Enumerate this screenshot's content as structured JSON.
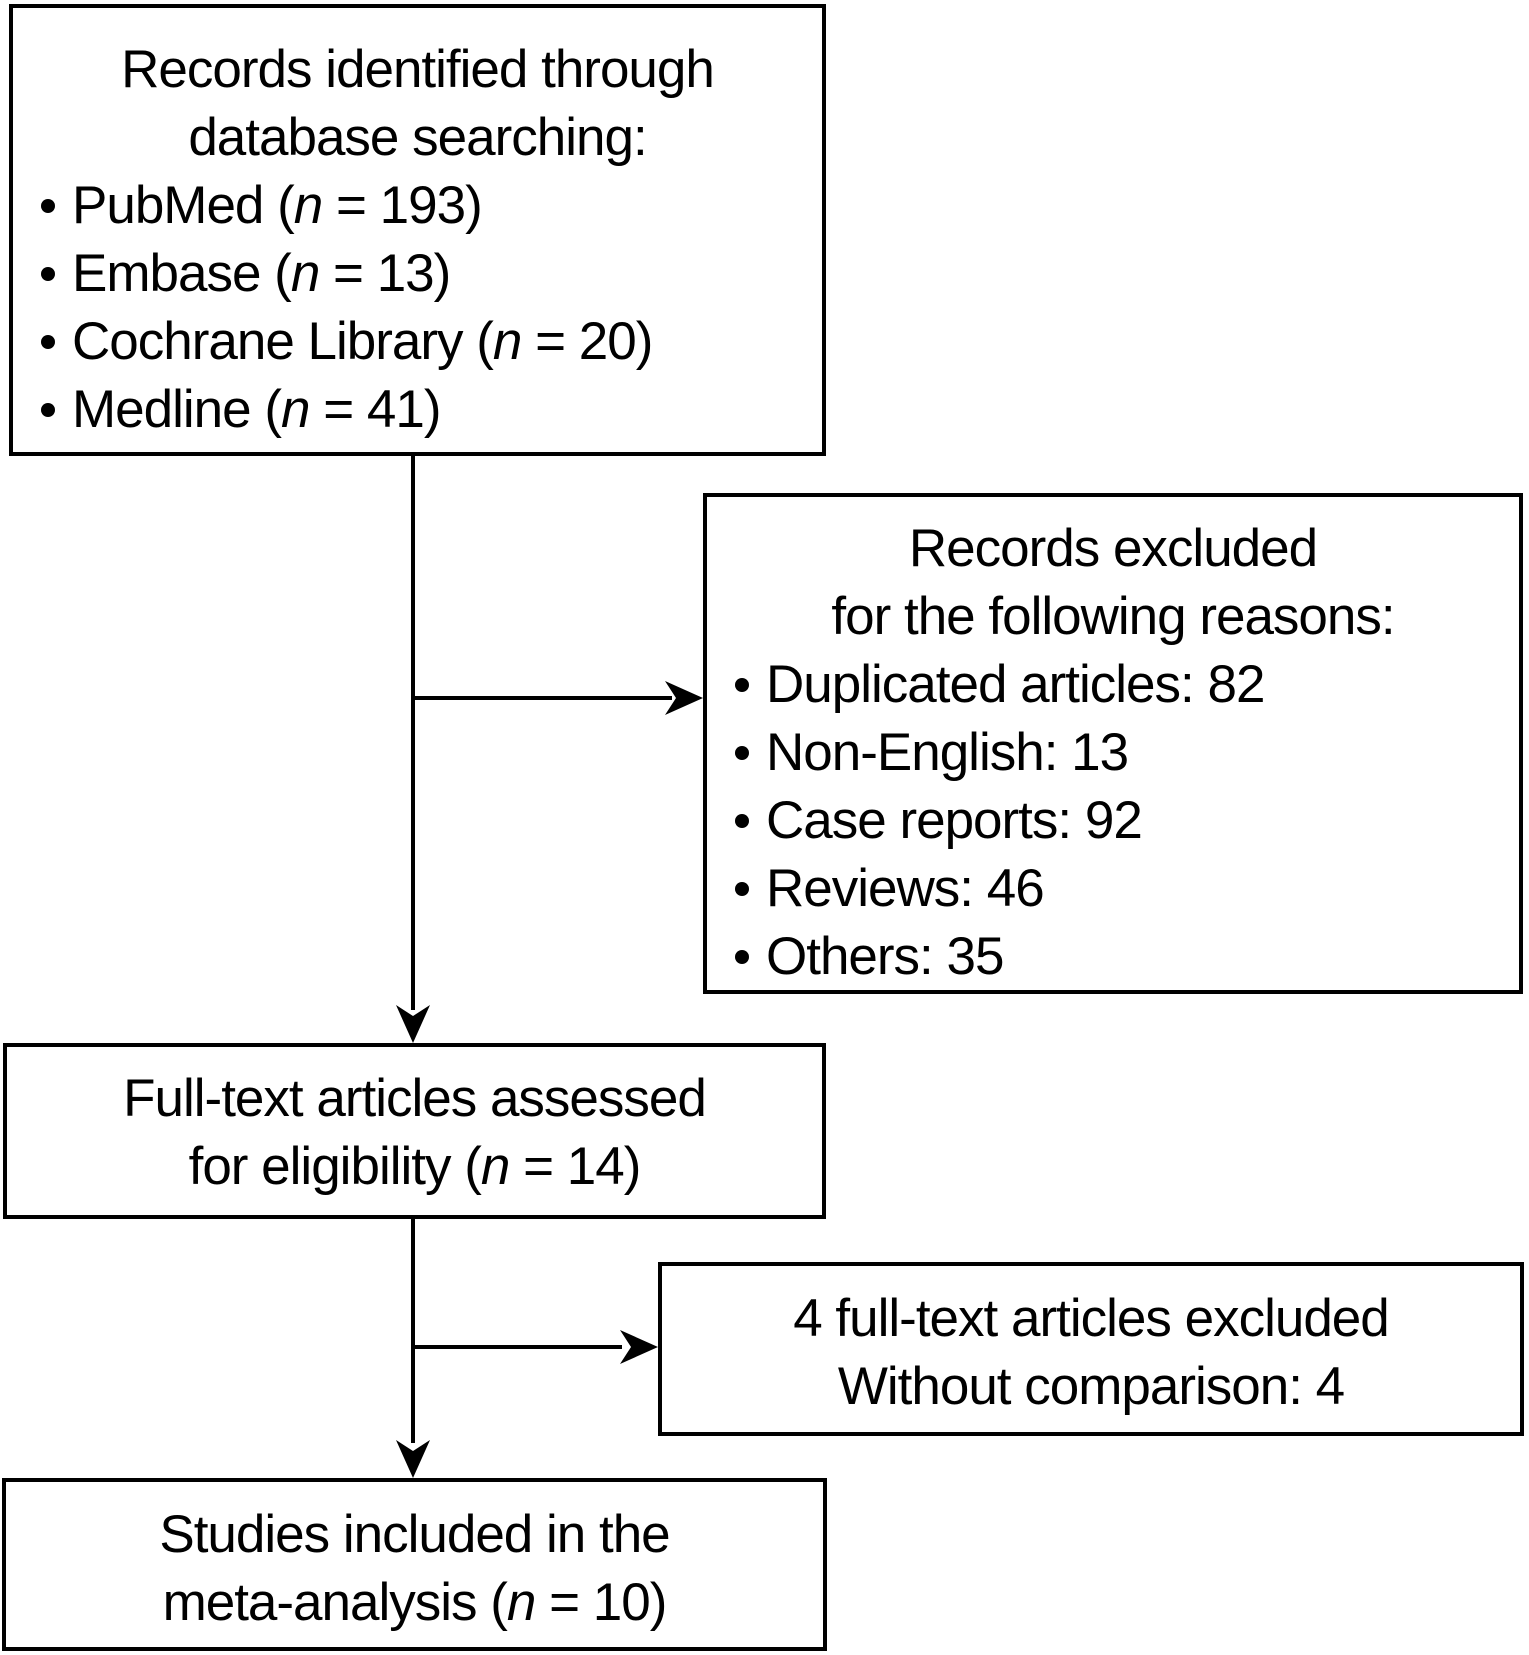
{
  "page": {
    "background": "#ffffff",
    "ink": "#000000",
    "diagram_type": "study-selection-flowchart"
  },
  "boxes": {
    "identification": {
      "lines": [
        {
          "kind": "center",
          "runs": [
            {
              "t": "Records identified through"
            }
          ]
        },
        {
          "kind": "center",
          "runs": [
            {
              "t": "database searching:"
            }
          ]
        },
        {
          "kind": "bullet",
          "runs": [
            {
              "t": "PubMed ("
            },
            {
              "t": "n",
              "i": true
            },
            {
              "t": " = 193)"
            }
          ]
        },
        {
          "kind": "bullet",
          "runs": [
            {
              "t": "Embase ("
            },
            {
              "t": "n",
              "i": true
            },
            {
              "t": " = 13)"
            }
          ]
        },
        {
          "kind": "bullet",
          "runs": [
            {
              "t": "Cochrane Library ("
            },
            {
              "t": "n",
              "i": true
            },
            {
              "t": " = 20)"
            }
          ]
        },
        {
          "kind": "bullet",
          "runs": [
            {
              "t": "Medline ("
            },
            {
              "t": "n",
              "i": true
            },
            {
              "t": " = 41)"
            }
          ]
        }
      ]
    },
    "excluded": {
      "lines": [
        {
          "kind": "center",
          "runs": [
            {
              "t": "Records excluded"
            }
          ]
        },
        {
          "kind": "center",
          "runs": [
            {
              "t": "for the following reasons:"
            }
          ]
        },
        {
          "kind": "bullet",
          "runs": [
            {
              "t": "Duplicated articles: 82"
            }
          ]
        },
        {
          "kind": "bullet",
          "runs": [
            {
              "t": "Non-English: 13"
            }
          ]
        },
        {
          "kind": "bullet",
          "runs": [
            {
              "t": "Case reports: 92"
            }
          ]
        },
        {
          "kind": "bullet",
          "runs": [
            {
              "t": "Reviews: 46"
            }
          ]
        },
        {
          "kind": "bullet",
          "runs": [
            {
              "t": "Others: 35"
            }
          ]
        }
      ]
    },
    "eligibility": {
      "lines": [
        {
          "kind": "center",
          "runs": [
            {
              "t": "Full-text articles assessed"
            }
          ]
        },
        {
          "kind": "center",
          "runs": [
            {
              "t": "for eligibility ("
            },
            {
              "t": "n",
              "i": true
            },
            {
              "t": " = 14)"
            }
          ]
        }
      ]
    },
    "fulltext_excluded": {
      "lines": [
        {
          "kind": "center",
          "runs": [
            {
              "t": "4 full-text articles excluded"
            }
          ]
        },
        {
          "kind": "center",
          "runs": [
            {
              "t": "Without comparison: 4"
            }
          ]
        }
      ]
    },
    "included": {
      "lines": [
        {
          "kind": "center",
          "runs": [
            {
              "t": "Studies included in the"
            }
          ]
        },
        {
          "kind": "center",
          "runs": [
            {
              "t": "meta-analysis ("
            },
            {
              "t": "n",
              "i": true
            },
            {
              "t": " = 10)"
            }
          ]
        }
      ]
    }
  },
  "flow": [
    {
      "from": "identification",
      "to": "eligibility"
    },
    {
      "from": "identification",
      "to": "excluded"
    },
    {
      "from": "eligibility",
      "to": "included"
    },
    {
      "from": "eligibility",
      "to": "fulltext_excluded"
    }
  ]
}
